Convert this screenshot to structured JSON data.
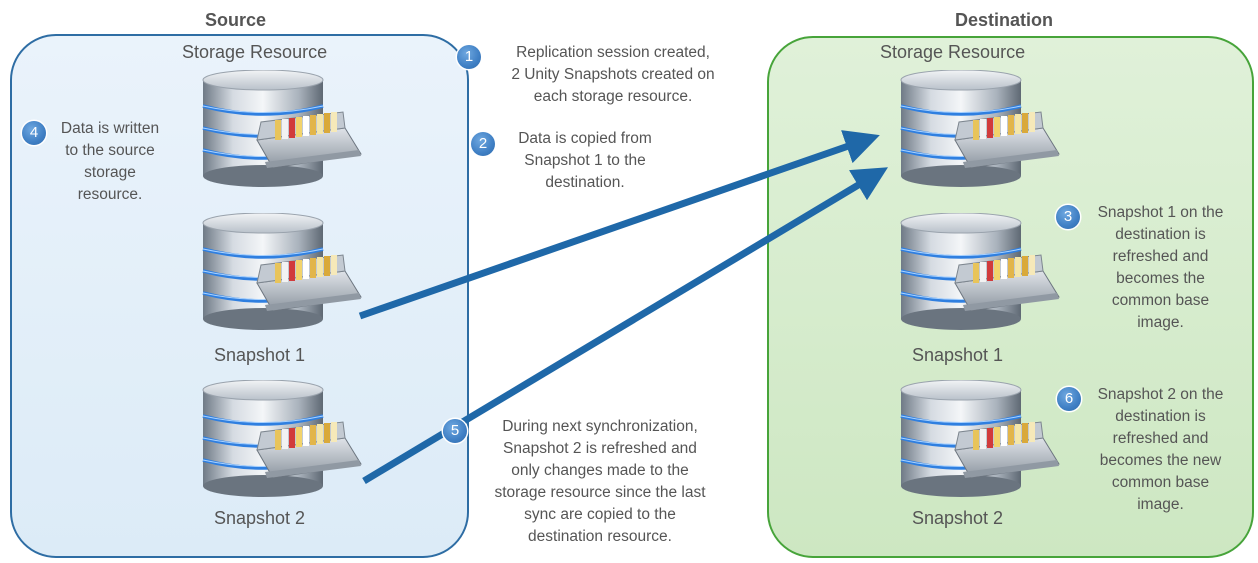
{
  "source": {
    "heading": "Source",
    "resource_label": "Storage Resource",
    "snapshot1_label": "Snapshot 1",
    "snapshot2_label": "Snapshot 2"
  },
  "destination": {
    "heading": "Destination",
    "resource_label": "Storage Resource",
    "snapshot1_label": "Snapshot 1",
    "snapshot2_label": "Snapshot 2"
  },
  "steps": [
    {
      "number": "1",
      "lines": [
        "Replication session created,",
        "2 Unity Snapshots created on",
        "each storage resource."
      ]
    },
    {
      "number": "2",
      "lines": [
        "Data is copied from",
        "Snapshot 1 to the",
        "destination."
      ]
    },
    {
      "number": "3",
      "lines": [
        "Snapshot 1 on the",
        "destination is",
        "refreshed and",
        "becomes the",
        "common base",
        "image."
      ]
    },
    {
      "number": "4",
      "lines": [
        "Data is written",
        "to the source",
        "storage",
        "resource."
      ]
    },
    {
      "number": "5",
      "lines": [
        "During next synchronization,",
        "Snapshot 2 is refreshed and",
        "only changes made to the",
        "storage resource since the last",
        "sync are copied to the",
        "destination resource."
      ]
    },
    {
      "number": "6",
      "lines": [
        "Snapshot 2 on the",
        "destination is",
        "refreshed and",
        "becomes the new",
        "common base",
        "image."
      ]
    }
  ],
  "colors": {
    "source_border": "#2e6da4",
    "source_fill": "#dcebf7",
    "destination_border": "#47a43a",
    "destination_fill": "#cde7c2",
    "arrow": "#1f68a8",
    "badge": "#3f7fc4"
  },
  "icons": [
    "database-server-icon"
  ]
}
